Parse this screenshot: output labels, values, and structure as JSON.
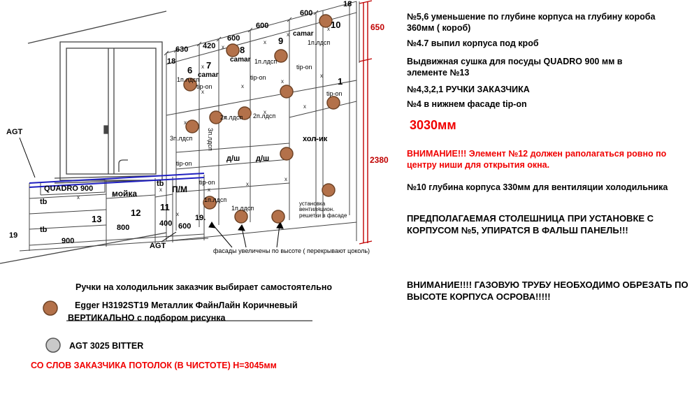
{
  "drawing": {
    "x_mark": "x",
    "dims": {
      "d18": "18",
      "d600": "600",
      "d420": "420",
      "d630": "630",
      "d650": "650",
      "d2380": "2380",
      "d19": "19",
      "d19dot": "19.",
      "d800": "800",
      "d400": "400",
      "d900": "900"
    },
    "numbers": {
      "n1": "1",
      "n6": "6",
      "n7": "7",
      "n8": "8",
      "n9": "9",
      "n10": "10",
      "n11": "11",
      "n12": "12",
      "n13": "13"
    },
    "labels": {
      "camar": "camar",
      "ldsp1": "1п.лдсп",
      "ldsp2": "2п.лдсп",
      "ldsp3": "3п.лдсп",
      "ldsp3v": "Зп.лдсп",
      "tipon": "tip-on",
      "holik": "хол-ик",
      "dsh": "д/ш",
      "quadro": "QUADRO 900",
      "moyka": "мойка",
      "pm": "П/М",
      "tb": "tb",
      "agt": "AGT",
      "vent": "установка вентиляцион. решетки в фасаде",
      "fasady": "фасады увеличены по высоте ( перекрывают цоколь)"
    }
  },
  "notes": {
    "n56": "№5,6 уменьшение по глубине корпуса на глубину короба 360мм ( короб)",
    "n47": "№4.7 выпил корпуса под кроб",
    "sushka": "Выдвижная сушка для посуды QUADRO 900 мм  в элементе №13",
    "ruchki": "№4,3,2,1 РУЧКИ ЗАКАЗЧИКА",
    "tipon4": "№4 в нижнем фасаде tip-on",
    "h3030": "3030мм",
    "warn12": "ВНИМАНИЕ!!! Элемент №12 должен раполагаться ровно по центру ниши для открытия окна.",
    "n10depth": "№10 глубина корпуса 330мм для вентиляции холодильника",
    "stoleshnitsa": "ПРЕДПОЛАГАЕМАЯ СТОЛЕШНИЦА ПРИ УСТАНОВКЕ С КОРПУСОМ №5, УПИРАТСЯ В ФАЛЬШ ПАНЕЛЬ!!!",
    "gas": "ВНИМАНИЕ!!!! ГАЗОВУЮ ТРУБУ НЕОБХОДИМО ОБРЕЗАТЬ ПО ВЫСОТЕ КОРПУСА ОСРОВА!!!!!"
  },
  "legend": {
    "handles": "Ручки на холодильник заказчик выбирает самостоятельно",
    "egger1": "Egger H3192ST19 Металлик ФайнЛайн Коричневый",
    "egger2": "ВЕРТИКАЛЬНО с подбором рисунка",
    "agt": "AGT 3025 BITTER",
    "ceiling": "СО СЛОВ ЗАКАЗЧИКА ПОТОЛОК (В ЧИСТОТЕ) H=3045мм"
  },
  "colors": {
    "material_brown": "#b3714a",
    "material_brown_stroke": "#6e4326",
    "material_gray": "#c9c9c9",
    "warning_red": "#f00000",
    "dim_red": "#c00000",
    "counter_blue": "#2020c0"
  }
}
